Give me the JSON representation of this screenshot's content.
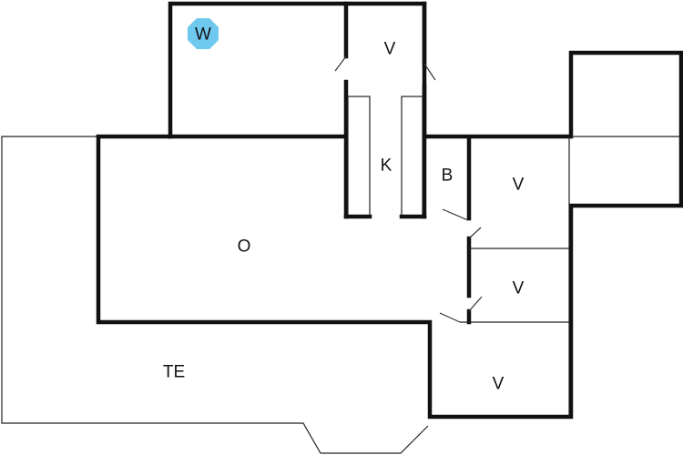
{
  "rooms": {
    "washing": "W",
    "bedroom_top": "V",
    "kitchen": "K",
    "bathroom": "B",
    "bedroom_right_1": "V",
    "bedroom_right_2": "V",
    "bedroom_bottom": "V",
    "living": "O",
    "terrace": "TE"
  },
  "badge": {
    "fill": "#6fc8ee",
    "text": "W"
  },
  "colors": {
    "wall": "#111111",
    "background": "#ffffff"
  }
}
